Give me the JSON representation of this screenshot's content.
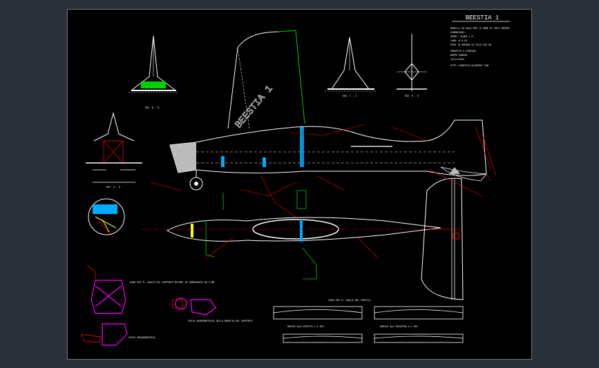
{
  "title_block": {
    "title": "BEESTIA 1",
    "lines": [
      "MODELLO DA SALA PER LE GARE DI VOLO INDOOR",
      "DIMENSIONI:",
      "APERT. ALARE 1 M",
      "LUNG. M 0.92",
      "PESO IN ORDINE DI VOLO 250 GR.",
      "PROGETTO E DISEGNO",
      "BEPPE DANESE",
      "13/11/2024",
      "HTTP://BEESTIA.BLOGSPOT.COM"
    ]
  },
  "fuselage_text": "BEESTIA 1",
  "section_labels": {
    "sez_b": "SEZ. B - B",
    "sez_c": "SEZ. C - C",
    "sez_d": "SEZ. D - D",
    "sez_a": "SEZ. A - A"
  },
  "notes": {
    "dima": "DIMA PER IL TAGLIO DEL SUPPORTO MOTORE IN COMPENSATO DA 3 MM",
    "vista": "VISTA ASSONOMETRICA",
    "vista2": "VISTA ASSONOMETRICA DELLA BASETTA DEL SUPPORTO",
    "ribs_title": "DIMA PER IL TAGLIO DEL PROFILO",
    "rib_left": "RADICE ALA DIRITTA 1:1 SEZ",
    "rib_right": "RADICE ALA SINISTRA 1:1 SEZ"
  },
  "colors": {
    "sheet": "#000000",
    "frame": "#2b3138",
    "lines": "#ffffff",
    "dims": "#ff0000",
    "green": "#00d000",
    "magenta": "#ff00ff",
    "cyan": "#00aaff",
    "yellow": "#ffff00"
  }
}
